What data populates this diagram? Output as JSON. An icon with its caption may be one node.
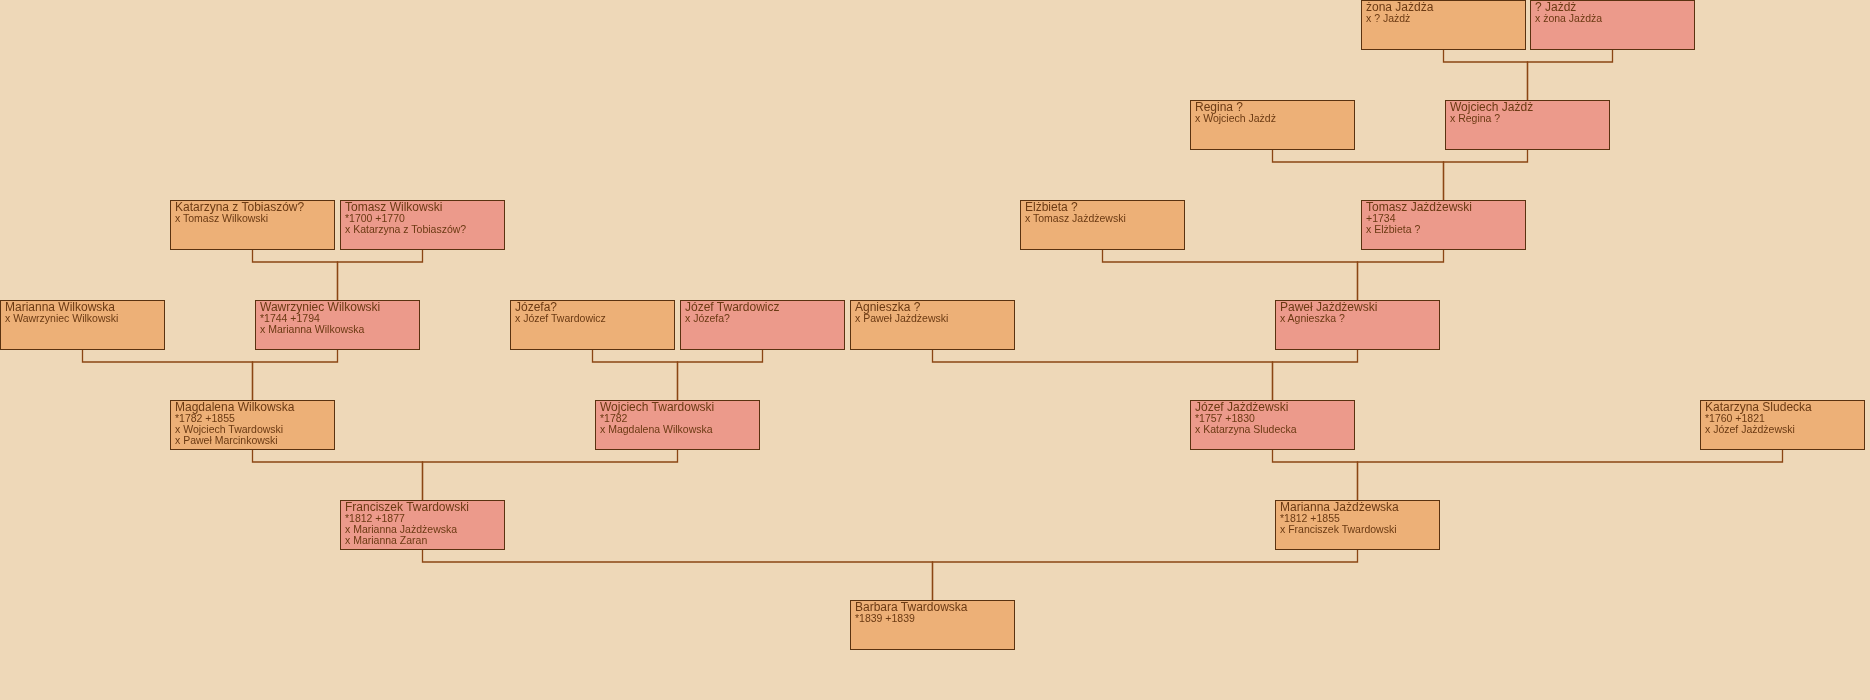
{
  "diagram": {
    "nodes": [
      {
        "text": [
          "żona Jażdża",
          "x ? Jażdż"
        ]
      },
      {
        "text": [
          "? Jażdż",
          "x żona Jażdża"
        ]
      },
      {
        "text": [
          "Regina ?",
          "x Wojciech Jażdż"
        ]
      },
      {
        "text": [
          "Wojciech Jażdż",
          "x Regina ?"
        ]
      },
      {
        "text": [
          "Katarzyna z Tobiaszów?",
          "x Tomasz Wilkowski"
        ]
      },
      {
        "text": [
          "Tomasz Wilkowski",
          "*1700 +1770",
          "x Katarzyna z Tobiaszów?"
        ]
      },
      {
        "text": [
          "Elżbieta ?",
          "x Tomasz Jażdżewski"
        ]
      },
      {
        "text": [
          "Tomasz Jażdżewski",
          "+1734",
          "x Elżbieta ?"
        ]
      },
      {
        "text": [
          "Marianna Wilkowska",
          "x Wawrzyniec Wilkowski"
        ]
      },
      {
        "text": [
          "Wawrzyniec Wilkowski",
          "*1744 +1794",
          "x Marianna Wilkowska"
        ]
      },
      {
        "text": [
          "Józefa?",
          "x Józef Twardowicz"
        ]
      },
      {
        "text": [
          "Józef Twardowicz",
          "x Józefa?"
        ]
      },
      {
        "text": [
          "Agnieszka ?",
          "x Paweł Jażdżewski"
        ]
      },
      {
        "text": [
          "Paweł Jażdżewski",
          "x Agnieszka ?"
        ]
      },
      {
        "text": [
          "Magdalena Wilkowska",
          "*1782 +1855",
          "x Wojciech Twardowski",
          "x Paweł Marcinkowski"
        ]
      },
      {
        "text": [
          "Wojciech Twardowski",
          "*1782",
          "x Magdalena Wilkowska"
        ]
      },
      {
        "text": [
          "Józef Jażdżewski",
          "*1757 +1830",
          "x Katarzyna Sludecka"
        ]
      },
      {
        "text": [
          "Katarzyna Sludecka",
          "*1760 +1821",
          "x Józef Jażdżewski"
        ]
      },
      {
        "text": [
          "Franciszek Twardowski",
          "*1812 +1877",
          "x Marianna Jażdżewska",
          "x Marianna Zaran"
        ]
      },
      {
        "text": [
          "Marianna Jażdżewska",
          "*1812 +1855",
          "x Franciszek Twardowski"
        ]
      },
      {
        "text": [
          "Barbara Twardowska",
          "*1839 +1839"
        ]
      }
    ],
    "edges": [
      {
        "from": 0,
        "to": 3,
        "arrow": "none"
      },
      {
        "from": 1,
        "to": 3,
        "arrow": "none"
      },
      {
        "from": 2,
        "to": 7,
        "arrow": "none"
      },
      {
        "from": 3,
        "to": 7,
        "arrow": "none"
      },
      {
        "from": 4,
        "to": 9,
        "arrow": "none"
      },
      {
        "from": 5,
        "to": 9,
        "arrow": "none"
      },
      {
        "from": 6,
        "to": 13,
        "arrow": "none"
      },
      {
        "from": 7,
        "to": 13,
        "arrow": "none"
      },
      {
        "from": 8,
        "to": 14,
        "arrow": "none"
      },
      {
        "from": 9,
        "to": 14,
        "arrow": "none"
      },
      {
        "from": 10,
        "to": 15,
        "arrow": "none"
      },
      {
        "from": 11,
        "to": 15,
        "arrow": "none"
      },
      {
        "from": 12,
        "to": 16,
        "arrow": "none"
      },
      {
        "from": 13,
        "to": 16,
        "arrow": "none"
      },
      {
        "from": 14,
        "to": 18,
        "arrow": "none"
      },
      {
        "from": 15,
        "to": 18,
        "arrow": "none"
      },
      {
        "from": 16,
        "to": 19,
        "arrow": "none"
      },
      {
        "from": 17,
        "to": 19,
        "arrow": "none"
      },
      {
        "from": 18,
        "to": 20,
        "arrow": "none"
      },
      {
        "from": 19,
        "to": 20,
        "arrow": "none"
      }
    ]
  }
}
